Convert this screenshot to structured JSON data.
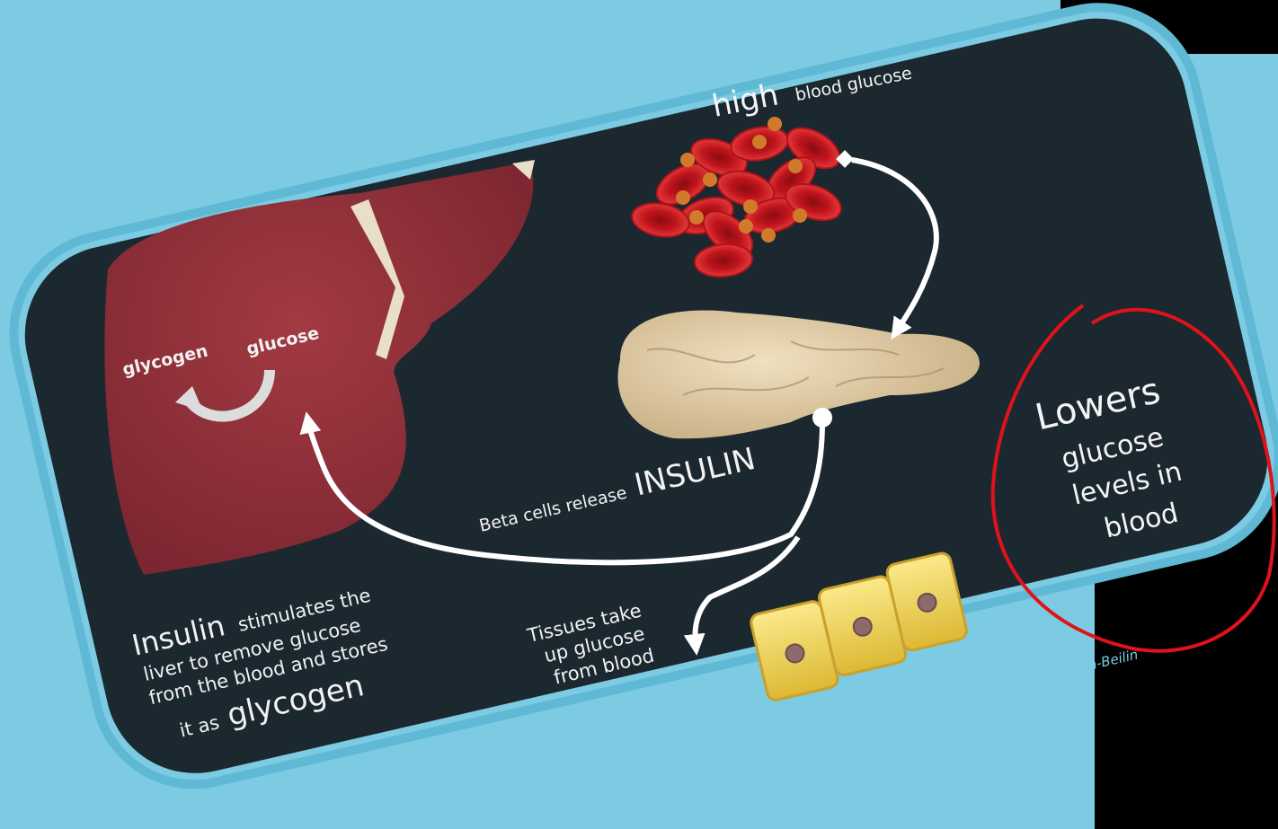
{
  "diagram": {
    "high_label": "high",
    "blood_glucose_label": "blood glucose",
    "liver_glycogen_label": "glycogen",
    "liver_glucose_label": "glucose",
    "beta_cells_label": "Beta cells release",
    "insulin_caps_label": "INSULIN",
    "insulin_word": "Insulin",
    "insulin_line1": "stimulates the",
    "insulin_line2": "liver to remove glucose",
    "insulin_line3": "from the blood and stores",
    "insulin_line4_prefix": "it as",
    "insulin_line4_big": "glycogen",
    "tissues_line1": "Tissues take",
    "tissues_line2": "up glucose",
    "tissues_line3": "from blood",
    "lowers_line1": "Lowers",
    "lowers_line2": "glucose",
    "lowers_line3": "levels in",
    "lowers_line4": "blood",
    "credit": "Figure adapted from Kaidanovich-Beilin"
  },
  "colors": {
    "background": "#7ccbe3",
    "panel": "#1b2830",
    "liver": "#8e3038",
    "blood_cell": "#c0141c",
    "glucose_particle": "#d27a2c",
    "pancreas": "#e3cfa9",
    "tissue_cell": "#f2d652",
    "annotation_circle": "#e0121a"
  }
}
